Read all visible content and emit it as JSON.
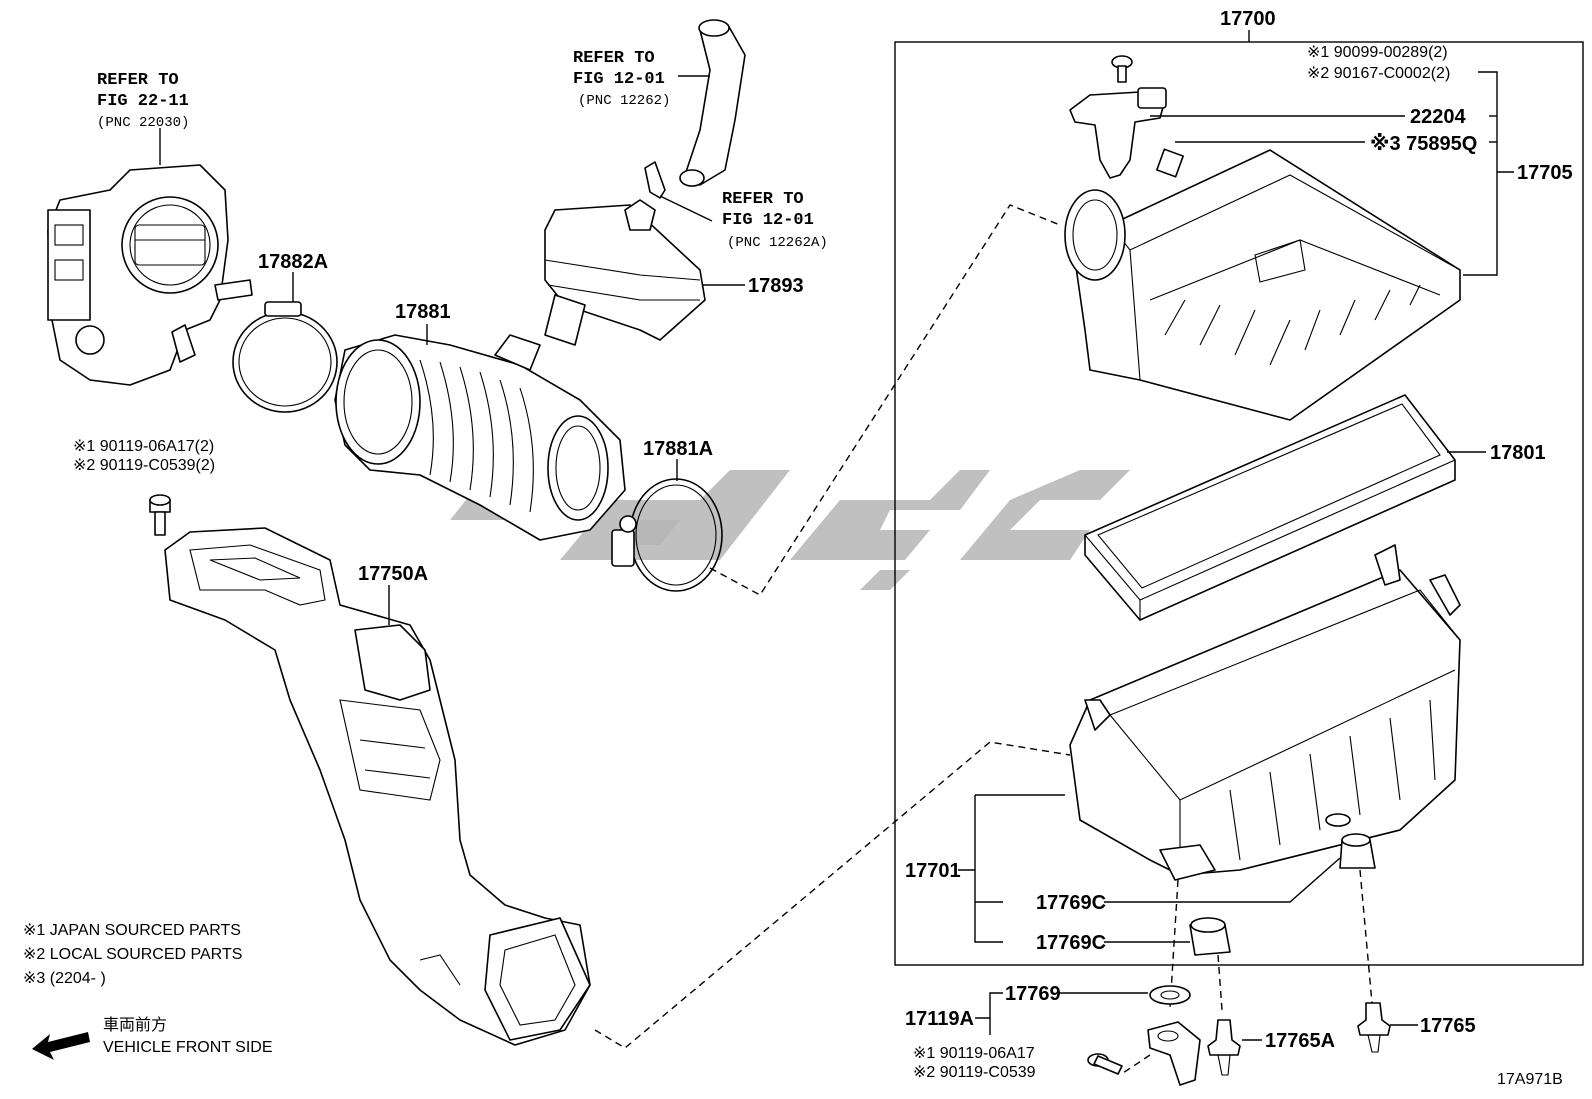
{
  "assembly": {
    "main_number": "17700",
    "diagram_code": "17A971B"
  },
  "references": {
    "throttle_body": {
      "line1": "REFER TO",
      "line2": "FIG 22-11",
      "line3": "(PNC 22030)"
    },
    "hose_top": {
      "line1": "REFER TO",
      "line2": "FIG 12-01",
      "line3": "(PNC 12262)"
    },
    "clip": {
      "line1": "REFER TO",
      "line2": "FIG 12-01",
      "line3": "(PNC 12262A)"
    }
  },
  "parts": {
    "p17882A": "17882A",
    "p17881": "17881",
    "p17893": "17893",
    "p17881A": "17881A",
    "p17750A": "17750A",
    "p22204": "22204",
    "p75895Q": "※3 75895Q",
    "p17705": "17705",
    "p17801": "17801",
    "p17701": "17701",
    "p17769C_a": "17769C",
    "p17769C_b": "17769C",
    "p17119A": "17119A",
    "p17769": "17769",
    "p17765A": "17765A",
    "p17765": "17765"
  },
  "bolts": {
    "left_1": "※1 90119-06A17(2)",
    "left_2": "※2 90119-C0539(2)",
    "top_1": "※1 90099-00289(2)",
    "top_2": "※2 90167-C0002(2)",
    "bottom_1": "※1 90119-06A17",
    "bottom_2": "※2 90119-C0539"
  },
  "notes": {
    "n1": "※1 JAPAN SOURCED PARTS",
    "n2": "※2 LOCAL SOURCED PARTS",
    "n3": "※3 (2204-     )",
    "front_jp": "車両前方",
    "front_en": "VEHICLE FRONT SIDE"
  },
  "watermark_color": "#b5b5b5"
}
